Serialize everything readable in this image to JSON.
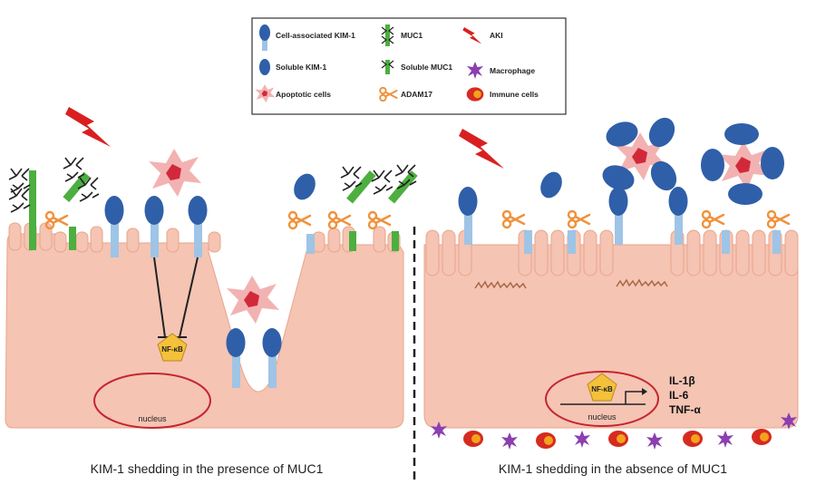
{
  "colors": {
    "cell": "#f5c4b3",
    "cell_edge": "#e8a58c",
    "kim1_head": "#2f5fa8",
    "kim1_stalk": "#9fc4e6",
    "muc1": "#4caf3f",
    "scissors": "#f0913a",
    "aki": "#d92020",
    "macrophage": "#8b3fb0",
    "immune_outer": "#d62b20",
    "immune_inner": "#f4a21c",
    "apoptotic": "#f3b2b2",
    "apoptotic_core": "#d2293a",
    "nucleus_ring": "#c4262e",
    "nfkb": "#f5c13a",
    "debris": "#a86846"
  },
  "legend": {
    "items": [
      {
        "icon": "cell-associated-kim1-icon",
        "label": "Cell-associated KIM-1"
      },
      {
        "icon": "soluble-kim1-icon",
        "label": "Soluble KIM-1"
      },
      {
        "icon": "apoptotic-cell-icon",
        "label": "Apoptotic cells"
      },
      {
        "icon": "muc1-icon",
        "label": "MUC1"
      },
      {
        "icon": "soluble-muc1-icon",
        "label": "Soluble MUC1"
      },
      {
        "icon": "adam17-scissors-icon",
        "label": "ADAM17"
      },
      {
        "icon": "aki-lightning-icon",
        "label": "AKI"
      },
      {
        "icon": "macrophage-icon",
        "label": "Macrophage"
      },
      {
        "icon": "immune-cell-icon",
        "label": "Immune cells"
      }
    ]
  },
  "left": {
    "nucleus_label": "nucleus",
    "nfkb_label": "NF-κB",
    "caption": "KIM-1 shedding in the presence of MUC1"
  },
  "right": {
    "nucleus_label": "nucleus",
    "nfkb_label": "NF-κB",
    "cytokines": [
      "IL-1β",
      "IL-6",
      "TNF-α"
    ],
    "caption": "KIM-1 shedding in the absence of MUC1"
  }
}
